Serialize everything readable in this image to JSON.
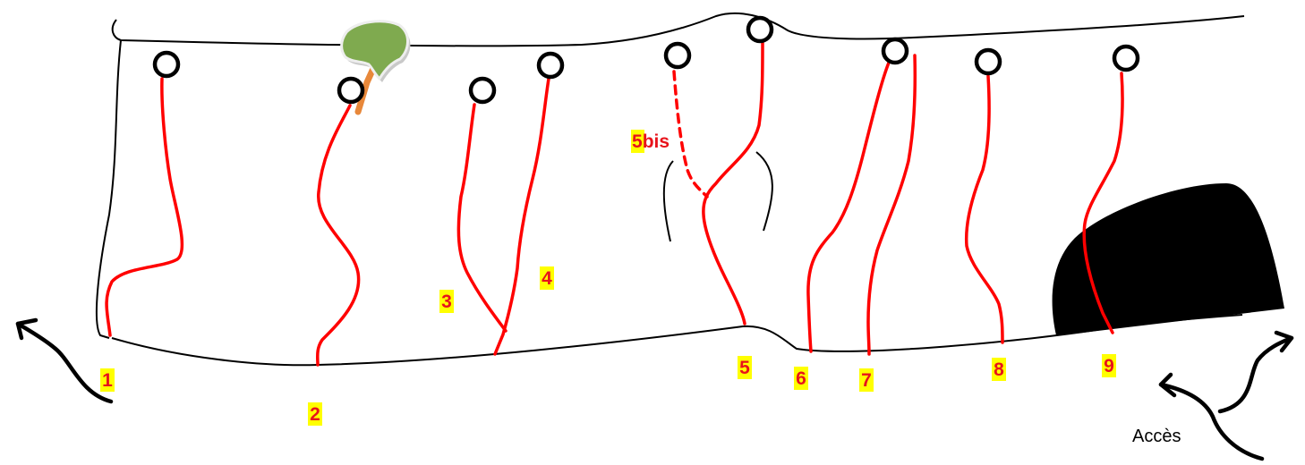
{
  "colors": {
    "route": "#ff0000",
    "label_text": "#e8131b",
    "label_highlight": "#ffff00",
    "outline": "#000000",
    "anchor_fill": "#ffffff",
    "tree_foliage": "#7faa4f",
    "tree_trunk": "#e8883a",
    "boulder": "#000000"
  },
  "routes": [
    {
      "id": "1",
      "label": "1"
    },
    {
      "id": "2",
      "label": "2"
    },
    {
      "id": "3",
      "label": "3"
    },
    {
      "id": "4",
      "label": "4"
    },
    {
      "id": "5",
      "label": "5"
    },
    {
      "id": "5bis",
      "label_num": "5",
      "label_suffix": "bis"
    },
    {
      "id": "6",
      "label": "6"
    },
    {
      "id": "7",
      "label": "7"
    },
    {
      "id": "8",
      "label": "8"
    },
    {
      "id": "9",
      "label": "9"
    }
  ],
  "access": {
    "label": "Accès"
  },
  "icons": {
    "tree": "tree-icon",
    "anchor": "anchor-ring-icon",
    "arrow": "curved-arrow-icon",
    "boulder": "boulder-shape"
  }
}
